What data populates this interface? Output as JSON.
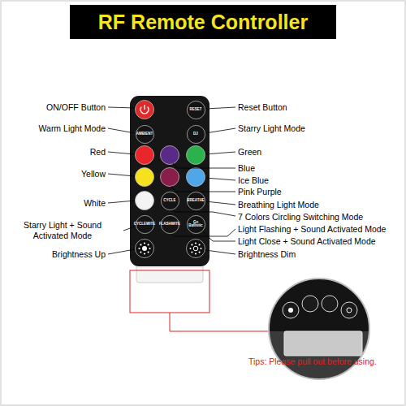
{
  "diagram": {
    "title": "RF Remote Controller",
    "nodes": [
      {
        "text": [
          "RESET"
        ]
      },
      {
        "text": [
          "AMBIENT"
        ]
      },
      {
        "text": [
          "DJ"
        ]
      },
      {
        "text": [
          "CYCLE"
        ]
      },
      {
        "text": [
          "BREATHE"
        ]
      },
      {
        "text": [
          "CYCLEWITE"
        ]
      },
      {
        "text": [
          "FLASHWITE"
        ]
      },
      {
        "text": [
          "Go Ballistic"
        ]
      }
    ],
    "labels": [
      "ON/OFF Button",
      "Reset Button",
      "Warm Light Mode",
      "Starry Light Mode",
      "Red",
      "Green",
      "Blue",
      "Yellow",
      "Ice Blue",
      "Pink Purple",
      "White",
      "Breathing Light Mode",
      "7 Colors Circling Switching Mode",
      "Starry Light + Sound Activated Mode",
      "Light Flashing + Sound Activated Mode",
      "Light Close + Sound Activated Mode",
      "Brightness Up",
      "Brightness Dim",
      "Tips: Please pull out before using."
    ]
  }
}
